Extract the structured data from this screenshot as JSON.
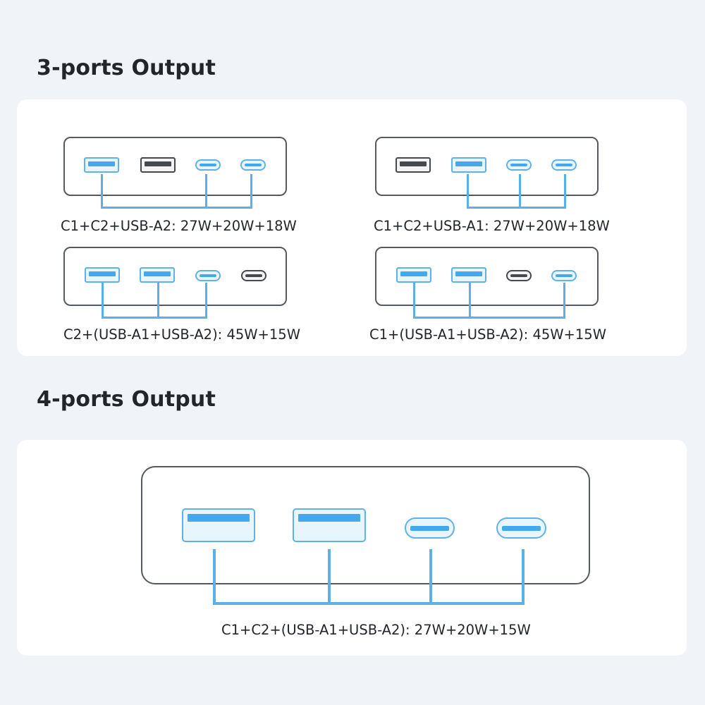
{
  "sections": {
    "three_port": {
      "title": "3-ports Output",
      "configs": [
        {
          "caption": "C1+C2+USB-A2: 27W+20W+18W",
          "ports": [
            {
              "type": "usb-a",
              "active": true
            },
            {
              "type": "usb-a",
              "active": false
            },
            {
              "type": "usb-c",
              "active": true
            },
            {
              "type": "usb-c",
              "active": true
            }
          ]
        },
        {
          "caption": "C1+C2+USB-A1: 27W+20W+18W",
          "ports": [
            {
              "type": "usb-a",
              "active": false
            },
            {
              "type": "usb-a",
              "active": true
            },
            {
              "type": "usb-c",
              "active": true
            },
            {
              "type": "usb-c",
              "active": true
            }
          ]
        },
        {
          "caption": "C2+(USB-A1+USB-A2): 45W+15W",
          "ports": [
            {
              "type": "usb-a",
              "active": true
            },
            {
              "type": "usb-a",
              "active": true
            },
            {
              "type": "usb-c",
              "active": true
            },
            {
              "type": "usb-c",
              "active": false
            }
          ]
        },
        {
          "caption": "C1+(USB-A1+USB-A2): 45W+15W",
          "ports": [
            {
              "type": "usb-a",
              "active": true
            },
            {
              "type": "usb-a",
              "active": true
            },
            {
              "type": "usb-c",
              "active": false
            },
            {
              "type": "usb-c",
              "active": true
            }
          ]
        }
      ]
    },
    "four_port": {
      "title": "4-ports Output",
      "configs": [
        {
          "caption": "C1+C2+(USB-A1+USB-A2): 27W+20W+15W",
          "ports": [
            {
              "type": "usb-a",
              "active": true
            },
            {
              "type": "usb-a",
              "active": true
            },
            {
              "type": "usb-c",
              "active": true
            },
            {
              "type": "usb-c",
              "active": true
            }
          ]
        }
      ]
    }
  },
  "colors": {
    "background": "#f0f3f7",
    "card": "#ffffff",
    "active_port": "#45a8ea",
    "inactive_port": "#45494f",
    "device_outline": "#55595f",
    "wire": "#5bb0e8"
  }
}
